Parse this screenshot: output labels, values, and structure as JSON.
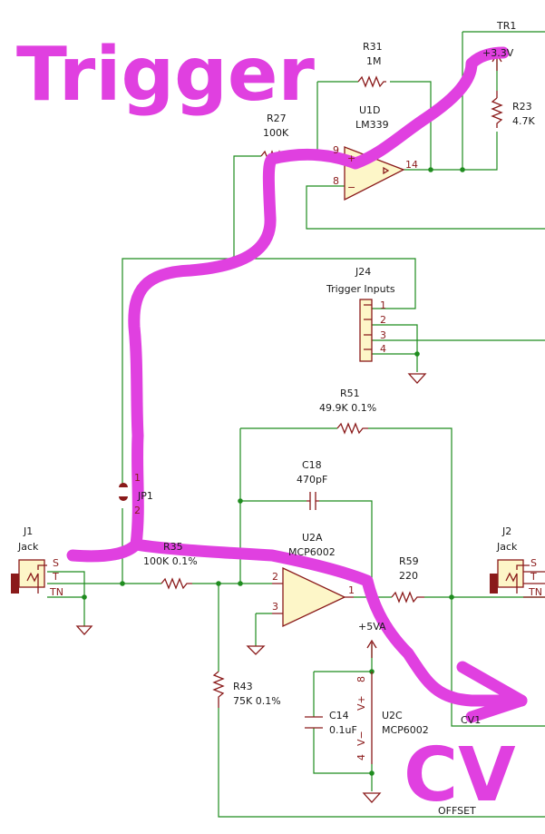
{
  "overlay": {
    "title": "Trigger",
    "cv": "CV",
    "color": "#e040e0"
  },
  "trigger_section": {
    "tr1": "TR1",
    "v33": "+3.3V",
    "r31_ref": "R31",
    "r31_val": "1M",
    "u1d_ref": "U1D",
    "u1d_val": "LM339",
    "r27_ref": "R27",
    "r27_val": "100K",
    "r23_ref": "R23",
    "r23_val": "4.7K",
    "pin9": "9",
    "pin8": "8",
    "pin14": "14",
    "plus": "+",
    "minus": "−"
  },
  "trigger_inputs": {
    "ref": "J24",
    "val": "Trigger Inputs",
    "pins": [
      "1",
      "2",
      "3",
      "4"
    ]
  },
  "jumper": {
    "ref": "JP1",
    "pin1": "1",
    "pin2": "2"
  },
  "jack_left": {
    "ref": "J1",
    "val": "Jack",
    "pins": [
      "S",
      "T",
      "TN"
    ]
  },
  "jack_right": {
    "ref": "J2",
    "val": "Jack",
    "pins": [
      "S",
      "T",
      "TN"
    ]
  },
  "cv_section": {
    "r51_ref": "R51",
    "r51_val": "49.9K 0.1%",
    "c18_ref": "C18",
    "c18_val": "470pF",
    "r35_ref": "R35",
    "r35_val": "100K 0.1%",
    "u2a_ref": "U2A",
    "u2a_val": "MCP6002",
    "r59_ref": "R59",
    "r59_val": "220",
    "pin2": "2",
    "pin3": "3",
    "pin1": "1",
    "v5": "+5VA",
    "r43_ref": "R43",
    "r43_val": "75K 0.1%",
    "c14_ref": "C14",
    "c14_val": "0.1uF",
    "u2c_ref": "U2C",
    "u2c_val": "MCP6002",
    "vplus": "V+",
    "vminus": "V−",
    "pin8": "8",
    "pin4": "4",
    "cv1": "CV1",
    "offset": "OFFSET"
  }
}
